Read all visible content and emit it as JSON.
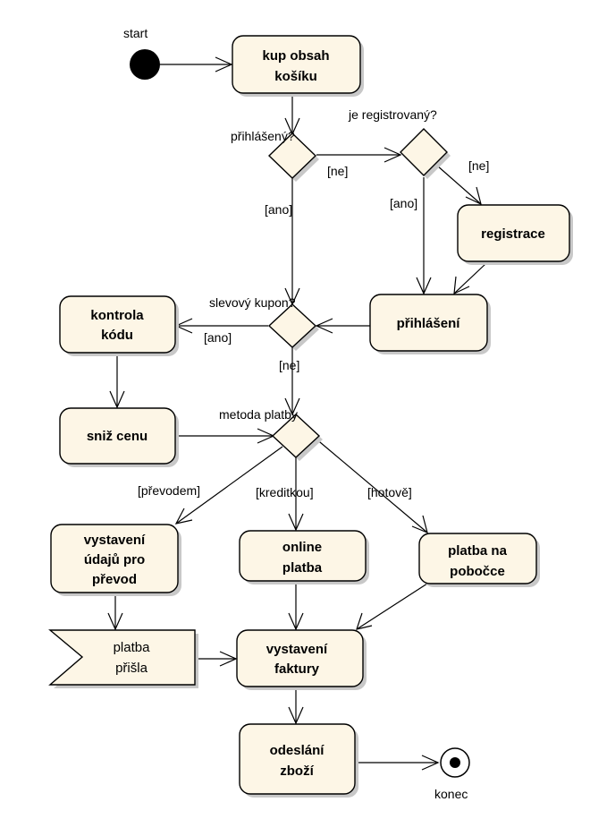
{
  "nodes": {
    "start_label": "start",
    "end_label": "konec",
    "actions": {
      "kup_obsah": [
        "kup obsah",
        "košíku"
      ],
      "registrace": [
        "registrace"
      ],
      "prihlaseni": [
        "přihlášení"
      ],
      "kontrola": [
        "kontrola",
        "kódu"
      ],
      "sniz_cenu": [
        "sniž cenu"
      ],
      "vystaveni_udaju": [
        "vystavení",
        "údajů pro",
        "převod"
      ],
      "online_platba": [
        "online",
        "platba"
      ],
      "platba_pobocka": [
        "platba na",
        "pobočce"
      ],
      "vystaveni_faktury": [
        "vystavení",
        "faktury"
      ],
      "odeslani": [
        "odeslání",
        "zboží"
      ]
    },
    "signal": [
      "platba",
      "přišla"
    ],
    "decisions": {
      "prihlaseny": "přihlášený?",
      "registrovany": "je registrovaný?",
      "kupon": "slevový kupon?",
      "metoda": "metoda platby"
    }
  },
  "guards": {
    "ne1": "[ne]",
    "ne2": "[ne]",
    "ano1": "[ano]",
    "ano2": "[ano]",
    "ano3": "[ano]",
    "ne3": "[ne]",
    "prevodem": "[převodem]",
    "kreditkou": "[kreditkou]",
    "hotove": "[hotově]"
  },
  "colors": {
    "action_fill": "#fdf6e6",
    "shadow": "#c8c8c8",
    "line": "#000000"
  }
}
